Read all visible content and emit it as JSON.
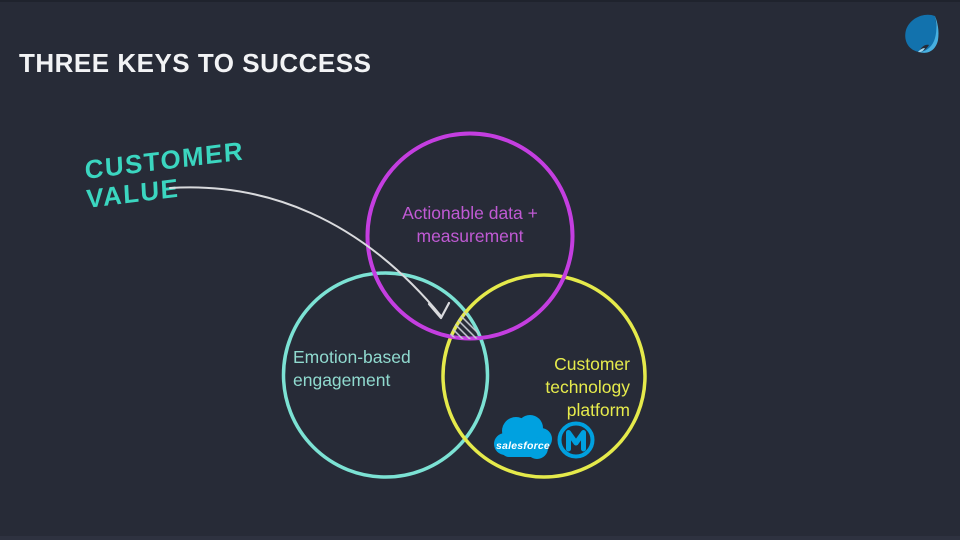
{
  "slide": {
    "title": "THREE KEYS TO SUCCESS",
    "background_color": "#272b37",
    "title_color": "#f2f3f5"
  },
  "annotation": {
    "text": "CUSTOMER\nVALUE",
    "color": "#3bd6c0",
    "arrow_color": "#d9dadd"
  },
  "venn": {
    "overlap_hatch_color": "#c9cdd4",
    "circles": [
      {
        "id": "actionable-data",
        "label": "Actionable data +\nmeasurement",
        "stroke_color": "#c43ee0",
        "text_color": "#c05ad4"
      },
      {
        "id": "emotion-engagement",
        "label": "Emotion-based\nengagement",
        "stroke_color": "#7ce2d4",
        "text_color": "#90dacf"
      },
      {
        "id": "customer-technology",
        "label": "Customer\ntechnology\nplatform",
        "stroke_color": "#e5ea4b",
        "text_color": "#e6eb4c"
      }
    ]
  },
  "logos": {
    "salesforce": {
      "wordmark": "salesforce",
      "color": "#00a1e0",
      "text_color": "#ffffff"
    },
    "mulesoft": {
      "color": "#00a0df"
    },
    "capgemini": {
      "primary_color": "#1272ad",
      "accent_color": "#47b0e0",
      "highlight_color": "#9fd6ee"
    }
  }
}
